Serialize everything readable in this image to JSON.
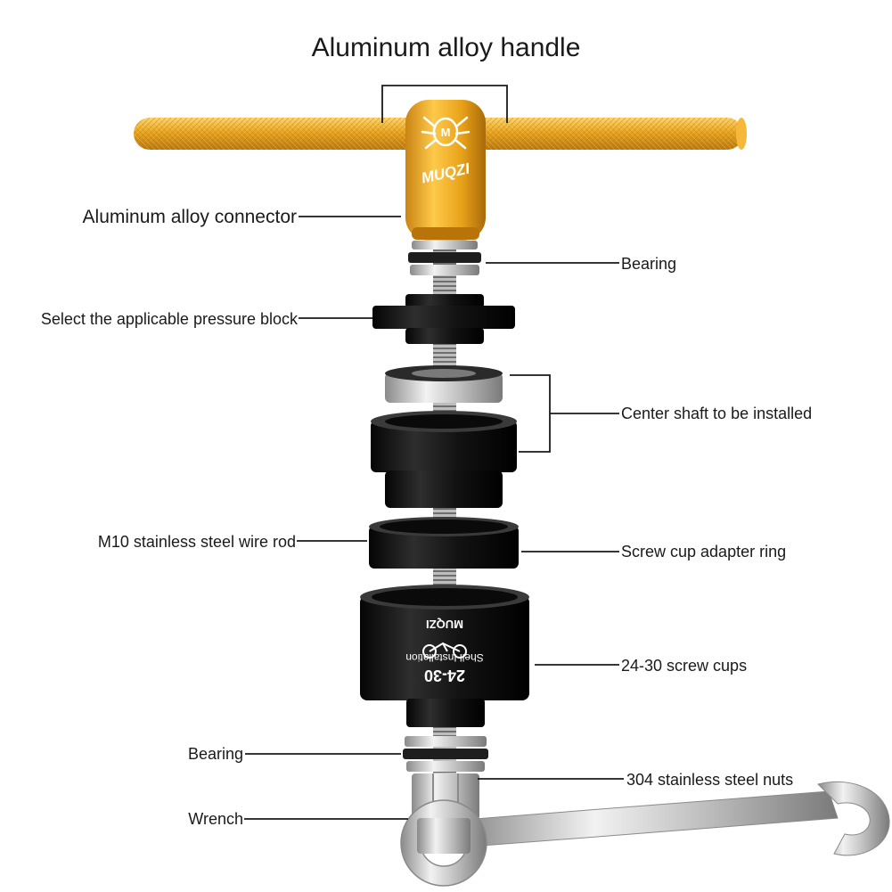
{
  "title": "Aluminum alloy handle",
  "labels": {
    "connector": "Aluminum alloy connector",
    "bearing_top": "Bearing",
    "pressure_block": "Select the applicable pressure block",
    "center_shaft": "Center shaft to be installed",
    "wire_rod": "M10 stainless steel wire rod",
    "adapter_ring": "Screw cup adapter ring",
    "screw_cups": "24-30 screw cups",
    "bearing_bottom": "Bearing",
    "nuts": "304 stainless steel nuts",
    "wrench": "Wrench"
  },
  "branding": {
    "connector_logo": "MUQZI",
    "cup_logo": "MUQZI",
    "cup_model": "24-30",
    "cup_text": "Shell Installation"
  },
  "colors": {
    "handle_gold": "#E8A21A",
    "handle_dark": "#B8740A",
    "black_part": "#111111",
    "steel": "#C8C8C8"
  }
}
